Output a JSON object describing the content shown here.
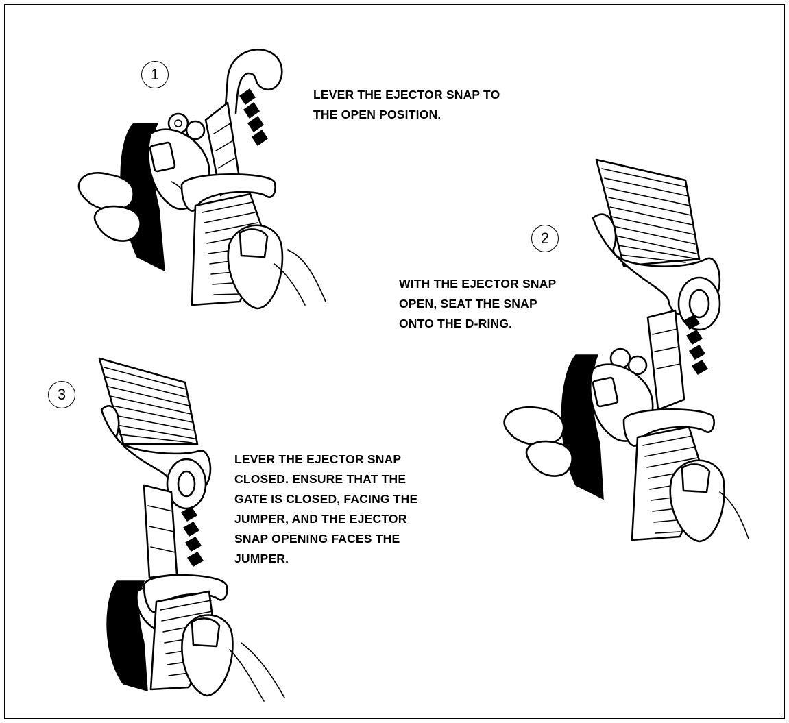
{
  "steps": [
    {
      "number": "1",
      "text": "LEVER THE EJECTOR SNAP TO\nTHE OPEN POSITION."
    },
    {
      "number": "2",
      "text": "WITH THE EJECTOR SNAP\nOPEN, SEAT THE SNAP\nONTO THE D-RING."
    },
    {
      "number": "3",
      "text": "LEVER THE EJECTOR SNAP\nCLOSED.  ENSURE THAT THE\nGATE IS CLOSED, FACING THE\nJUMPER, AND THE EJECTOR\nSNAP OPENING FACES THE\nJUMPER."
    }
  ]
}
